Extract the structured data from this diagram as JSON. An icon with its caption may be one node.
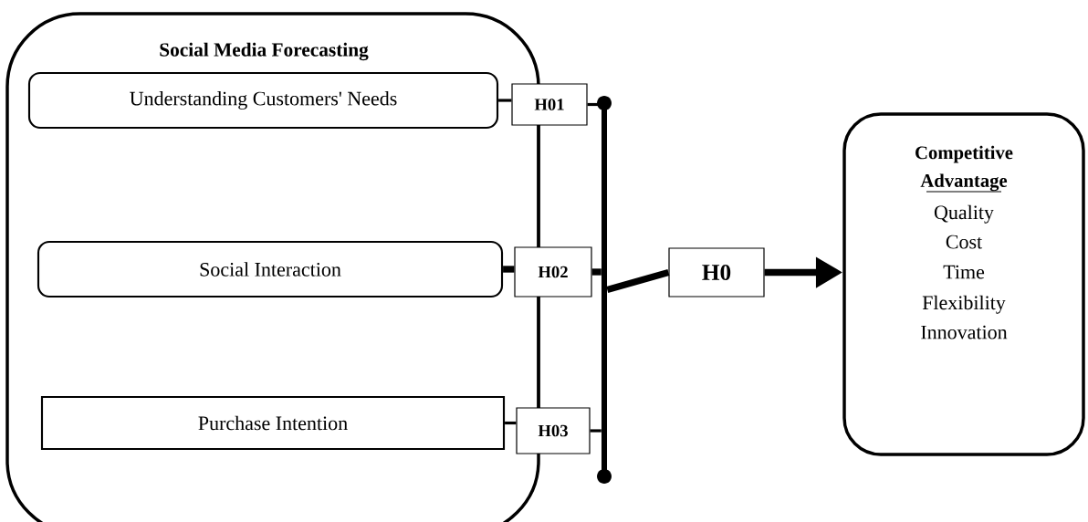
{
  "diagram": {
    "nodes": [
      {
        "text": [
          "Social Media Forecasting"
        ]
      },
      {
        "text": [
          "Understanding Customers' Needs"
        ],
        "in": 0
      },
      {
        "text": [
          "Social Interaction"
        ],
        "in": 0
      },
      {
        "text": [
          "Purchase Intention"
        ],
        "in": 0
      },
      {
        "text": [
          "H01"
        ]
      },
      {
        "text": [
          "H02"
        ]
      },
      {
        "text": [
          "H03"
        ]
      },
      {
        "text": [],
        "shape": "bar"
      },
      {
        "text": [
          "H0"
        ]
      },
      {
        "text": [
          "Competitive Advantage",
          "Quality",
          "Cost",
          "Time",
          "Flexibility",
          "Innovation"
        ]
      }
    ],
    "edges": [
      {
        "from": 1,
        "to": 4,
        "arrow": "none"
      },
      {
        "from": 2,
        "to": 5,
        "arrow": "none",
        "style": "thick"
      },
      {
        "from": 3,
        "to": 6,
        "arrow": "none"
      },
      {
        "from": 4,
        "to": 5,
        "arrow": "none"
      },
      {
        "from": 5,
        "to": 6,
        "arrow": "none"
      },
      {
        "from": 4,
        "to": 7,
        "arrow": "none"
      },
      {
        "from": 6,
        "to": 7,
        "arrow": "none"
      },
      {
        "from": 5,
        "to": 7,
        "arrow": "none",
        "style": "thick"
      },
      {
        "from": 7,
        "to": 8,
        "arrow": "none",
        "style": "thick"
      },
      {
        "from": 8,
        "to": 9,
        "arrow": "to",
        "style": "thick"
      }
    ]
  }
}
